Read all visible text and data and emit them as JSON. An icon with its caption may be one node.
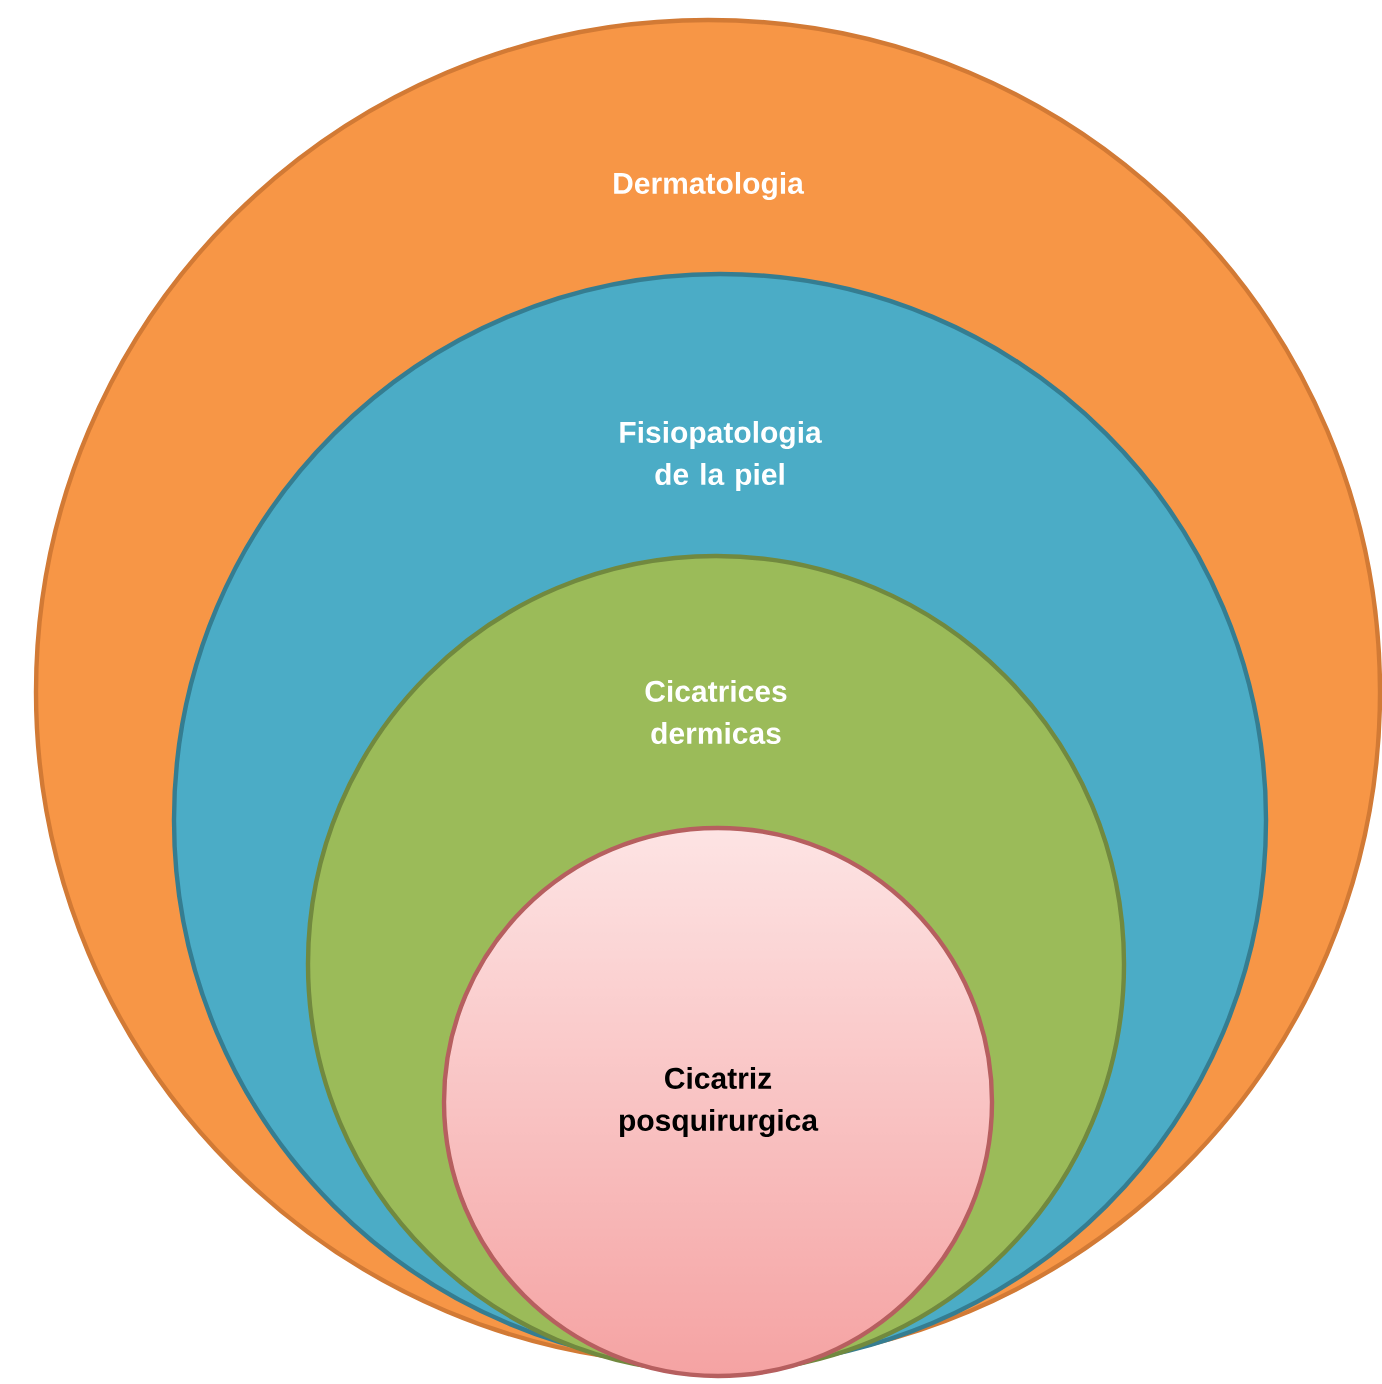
{
  "diagram": {
    "nodes": [
      {
        "text": [
          "Dermatologia"
        ]
      },
      {
        "text": [
          "Fisiopatologia de la piel"
        ],
        "in": 0
      },
      {
        "text": [
          "Cicatrices dermicas"
        ],
        "in": 1
      },
      {
        "text": [
          "Cicatriz posquirurgica"
        ],
        "in": 2
      }
    ]
  }
}
